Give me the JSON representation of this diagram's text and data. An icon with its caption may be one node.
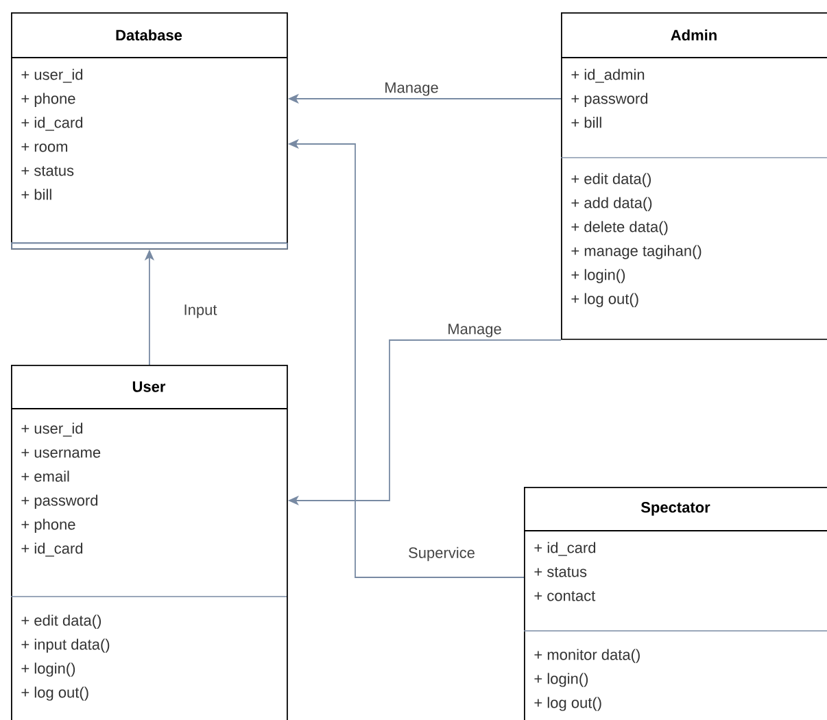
{
  "diagram": {
    "nodes": [
      {
        "text": [
          "Database"
        ]
      },
      {
        "text": [
          "+ user_id",
          "+ phone",
          "+ id_card",
          "+ room",
          "+ status",
          "+ bill"
        ],
        "in": 0
      },
      {
        "text": [],
        "shape": "box",
        "in": 0
      },
      {
        "text": [
          "Admin"
        ]
      },
      {
        "text": [
          "+ id_admin",
          "+ password",
          "+ bill"
        ],
        "in": 3
      },
      {
        "text": [
          "+ edit data()",
          "+ add data()",
          "+ delete data()",
          "+ manage tagihan()",
          "+ login()",
          "+ log out()"
        ],
        "in": 3
      },
      {
        "text": [
          "User"
        ]
      },
      {
        "text": [
          "+ user_id",
          "+ username",
          "+ email",
          "+ password",
          "+ phone",
          "+ id_card"
        ],
        "in": 6
      },
      {
        "text": [
          "+ edit data()",
          "+ input data()",
          "+ login()",
          "+ log out()"
        ],
        "in": 6
      },
      {
        "text": [
          "Spectator"
        ]
      },
      {
        "text": [
          "+ id_card",
          "+ status",
          "+ contact"
        ],
        "in": 9
      },
      {
        "text": [
          "+ monitor data()",
          "+ login()",
          "+ log out()"
        ],
        "in": 9
      }
    ],
    "edges": [
      {
        "from": 3,
        "to": 0,
        "arrow": "to",
        "label": "Manage"
      },
      {
        "from": 3,
        "to": 6,
        "arrow": "to",
        "label": "Manage"
      },
      {
        "from": 6,
        "to": 0,
        "arrow": "to",
        "label": "Input"
      },
      {
        "from": 9,
        "to": 0,
        "arrow": "to",
        "label": "Supervice"
      }
    ]
  }
}
